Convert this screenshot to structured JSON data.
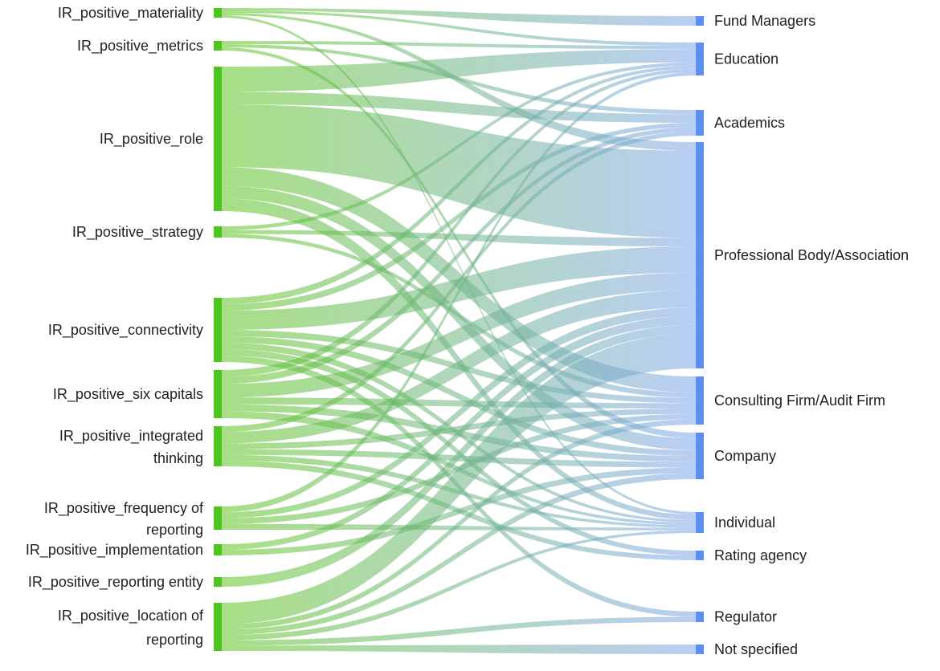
{
  "diagram": {
    "type": "sankey",
    "left_color": "#4cc61e",
    "right_color": "#5b8ff0",
    "link_color_start": "#5fc41f",
    "link_color_end": "#7fa6ea",
    "sources": [
      {
        "id": "materiality",
        "label_lines": [
          "IR_positive_materiality"
        ]
      },
      {
        "id": "metrics",
        "label_lines": [
          "IR_positive_metrics"
        ]
      },
      {
        "id": "role",
        "label_lines": [
          "IR_positive_role"
        ]
      },
      {
        "id": "strategy",
        "label_lines": [
          "IR_positive_strategy"
        ]
      },
      {
        "id": "connectivity",
        "label_lines": [
          "IR_positive_connectivity"
        ]
      },
      {
        "id": "six_capitals",
        "label_lines": [
          "IR_positive_six capitals"
        ]
      },
      {
        "id": "integrated",
        "label_lines": [
          "IR_positive_integrated",
          "thinking"
        ]
      },
      {
        "id": "frequency",
        "label_lines": [
          "IR_positive_frequency of",
          "reporting"
        ]
      },
      {
        "id": "implementation",
        "label_lines": [
          "IR_positive_implementation"
        ]
      },
      {
        "id": "entity",
        "label_lines": [
          "IR_positive_reporting entity"
        ]
      },
      {
        "id": "location",
        "label_lines": [
          "IR_positive_location of",
          "reporting"
        ]
      }
    ],
    "targets": [
      {
        "id": "fund",
        "label": "Fund Managers"
      },
      {
        "id": "education",
        "label": "Education"
      },
      {
        "id": "academics",
        "label": "Academics"
      },
      {
        "id": "professional",
        "label": "Professional Body/Association"
      },
      {
        "id": "consulting",
        "label": "Consulting Firm/Audit Firm"
      },
      {
        "id": "company",
        "label": "Company"
      },
      {
        "id": "individual",
        "label": "Individual"
      },
      {
        "id": "rating",
        "label": "Rating agency"
      },
      {
        "id": "regulator",
        "label": "Regulator"
      },
      {
        "id": "notspec",
        "label": "Not specified"
      }
    ],
    "links": [
      [
        "materiality",
        "fund",
        1
      ],
      [
        "materiality",
        "education",
        1
      ],
      [
        "materiality",
        "professional",
        1
      ],
      [
        "materiality",
        "individual",
        1
      ],
      [
        "metrics",
        "education",
        1
      ],
      [
        "metrics",
        "academics",
        1
      ],
      [
        "metrics",
        "company",
        1
      ],
      [
        "role",
        "education",
        4
      ],
      [
        "role",
        "academics",
        2
      ],
      [
        "role",
        "professional",
        10
      ],
      [
        "role",
        "consulting",
        3
      ],
      [
        "role",
        "company",
        2
      ],
      [
        "role",
        "individual",
        2
      ],
      [
        "strategy",
        "education",
        1
      ],
      [
        "strategy",
        "professional",
        1
      ],
      [
        "strategy",
        "consulting",
        1
      ],
      [
        "connectivity",
        "education",
        1
      ],
      [
        "connectivity",
        "academics",
        1
      ],
      [
        "connectivity",
        "professional",
        3
      ],
      [
        "connectivity",
        "consulting",
        1
      ],
      [
        "connectivity",
        "company",
        1
      ],
      [
        "connectivity",
        "individual",
        1
      ],
      [
        "connectivity",
        "rating",
        1
      ],
      [
        "connectivity",
        "regulator",
        1
      ],
      [
        "six_capitals",
        "education",
        1
      ],
      [
        "six_capitals",
        "academics",
        1
      ],
      [
        "six_capitals",
        "professional",
        2
      ],
      [
        "six_capitals",
        "consulting",
        1
      ],
      [
        "six_capitals",
        "company",
        1
      ],
      [
        "six_capitals",
        "individual",
        1
      ],
      [
        "integrated",
        "academics",
        1
      ],
      [
        "integrated",
        "professional",
        2
      ],
      [
        "integrated",
        "consulting",
        1
      ],
      [
        "integrated",
        "company",
        1
      ],
      [
        "integrated",
        "individual",
        1
      ],
      [
        "integrated",
        "rating",
        1
      ],
      [
        "frequency",
        "education",
        1
      ],
      [
        "frequency",
        "professional",
        1
      ],
      [
        "frequency",
        "consulting",
        1
      ],
      [
        "frequency",
        "individual",
        1
      ],
      [
        "implementation",
        "professional",
        1
      ],
      [
        "implementation",
        "company",
        1
      ],
      [
        "entity",
        "professional",
        1
      ],
      [
        "location",
        "professional",
        4
      ],
      [
        "location",
        "consulting",
        1
      ],
      [
        "location",
        "company",
        1
      ],
      [
        "location",
        "individual",
        1
      ],
      [
        "location",
        "regulator",
        1
      ],
      [
        "location",
        "notspec",
        1
      ]
    ]
  }
}
